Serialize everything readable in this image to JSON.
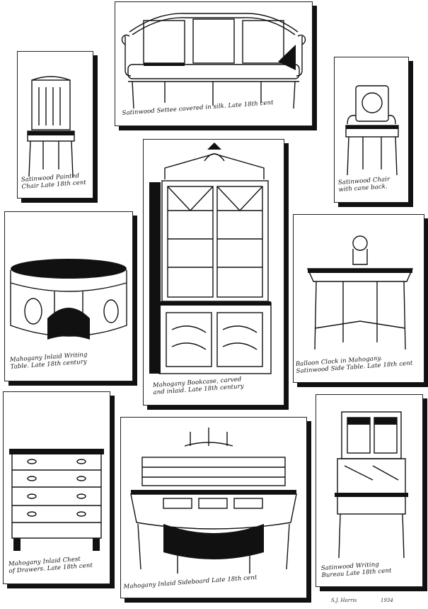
{
  "panels": {
    "settee": {
      "caption": "Satinwood Settee covered in silk. Late 18th cent"
    },
    "side_chair": {
      "caption": "Satinwood Painted\nChair Late 18th cent"
    },
    "cane_chair": {
      "caption": "Satinwood Chair\nwith cane back."
    },
    "writing_table": {
      "caption": "Mahogany Inlaid Writing\nTable. Late 18th century"
    },
    "bookcase": {
      "caption": "Mahogany Bookcase, carved\nand inlaid. Late 18th century"
    },
    "side_table": {
      "caption": "Balloon Clock in Mahogany.\nSatinwood Side Table. Late 18th cent"
    },
    "chest": {
      "caption": "Mahogany Inlaid Chest\nof Drawers. Late 18th cent"
    },
    "sideboard": {
      "caption": "Mahogany Inlaid Sideboard Late 18th cent"
    },
    "bureau": {
      "caption": "Satinwood Writing\nBureau Late 18th cent"
    }
  },
  "footer": {
    "signature": "S.J. Harris",
    "year": "1934"
  },
  "colors": {
    "ink": "#111111",
    "paper": "#ffffff"
  }
}
